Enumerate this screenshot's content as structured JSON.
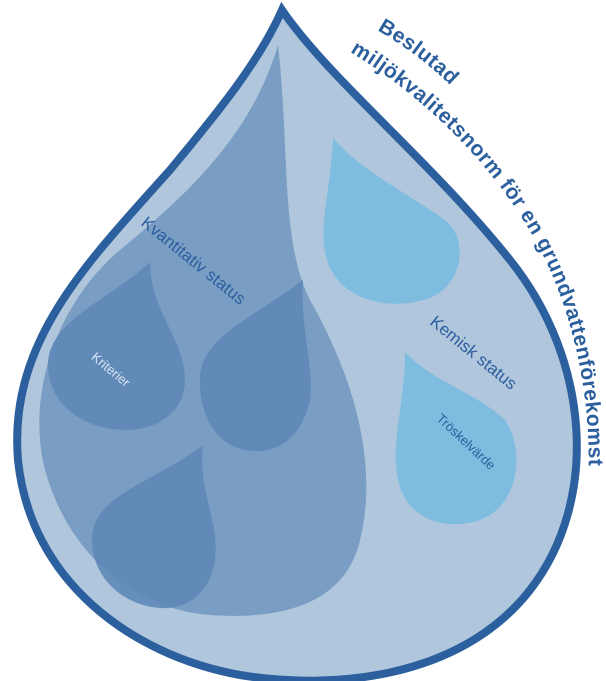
{
  "diagram": {
    "curved_title_line1": "Beslutad",
    "curved_title_line2": "miljökvalitetsnorm för en grundvattenförekomst",
    "label_quantitative": "Kvantitativ status",
    "label_criteria": "Kriterier",
    "label_chemical": "Kemisk status",
    "label_threshold": "Tröskelvärde"
  },
  "colors": {
    "outline": "#2c5f9e",
    "outer_fill": "#b0c6dc",
    "quant_region": "#7195c0",
    "quant_drops": "#5f88b8",
    "chem_drops": "#7fbde0",
    "title_text": "#2c5f9e",
    "label_text": "#2c5f9e",
    "light_label_text": "#d6e4f2"
  }
}
